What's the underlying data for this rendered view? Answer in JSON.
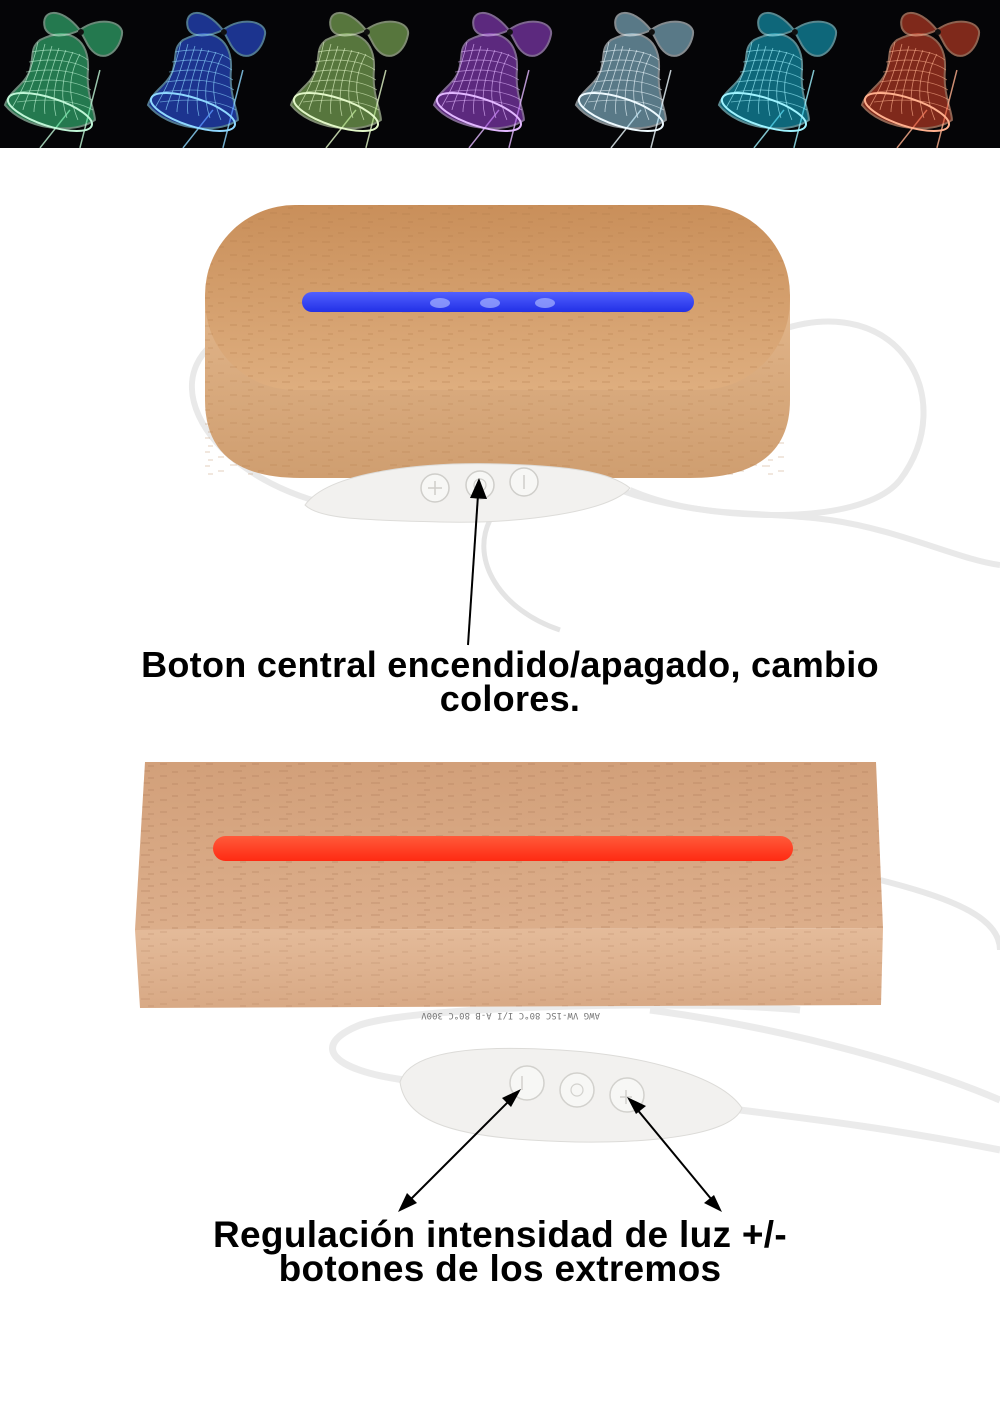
{
  "banner": {
    "panels": [
      {
        "color_name": "green",
        "glow": "#3fd98a",
        "stroke": "#bff5d6"
      },
      {
        "color_name": "blue",
        "glow": "#2f5cff",
        "stroke": "#8fd8ff"
      },
      {
        "color_name": "lime",
        "glow": "#9ad36a",
        "stroke": "#e2f7c8"
      },
      {
        "color_name": "purple",
        "glow": "#a348e0",
        "stroke": "#e2b8ff"
      },
      {
        "color_name": "white",
        "glow": "#9fd8f0",
        "stroke": "#eefaff"
      },
      {
        "color_name": "cyan",
        "glow": "#16b8d8",
        "stroke": "#9ff3ff"
      },
      {
        "color_name": "red",
        "glow": "#e4472c",
        "stroke": "#ffb08e"
      }
    ]
  },
  "product_oval": {
    "light_color": "#3a46ff",
    "wood_color": "#d9a877",
    "buttons": [
      "+",
      "power",
      "-"
    ]
  },
  "caption_top": {
    "line1": "Boton central encendido/apagado, cambio",
    "line2": "colores."
  },
  "product_rect": {
    "light_color": "#ff3a1f",
    "wood_color": "#d8a984",
    "cable_print": "AWG VW-1SC 80°C I/I A-B 80°C 300V",
    "buttons": [
      "-",
      "power",
      "+"
    ]
  },
  "caption_bottom": {
    "line1": "Regulación intensidad de luz +/-",
    "line2": "botones de los extremos"
  }
}
